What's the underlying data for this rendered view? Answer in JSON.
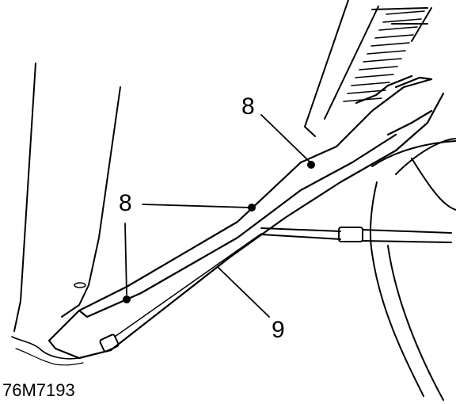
{
  "callouts": {
    "fastener_top": "8",
    "fastener_middle": "8",
    "fastener_lower": "8",
    "trim_panel": "9"
  },
  "figure_ref": "76M7193",
  "colors": {
    "ink": "#000000",
    "paper": "#ffffff"
  }
}
